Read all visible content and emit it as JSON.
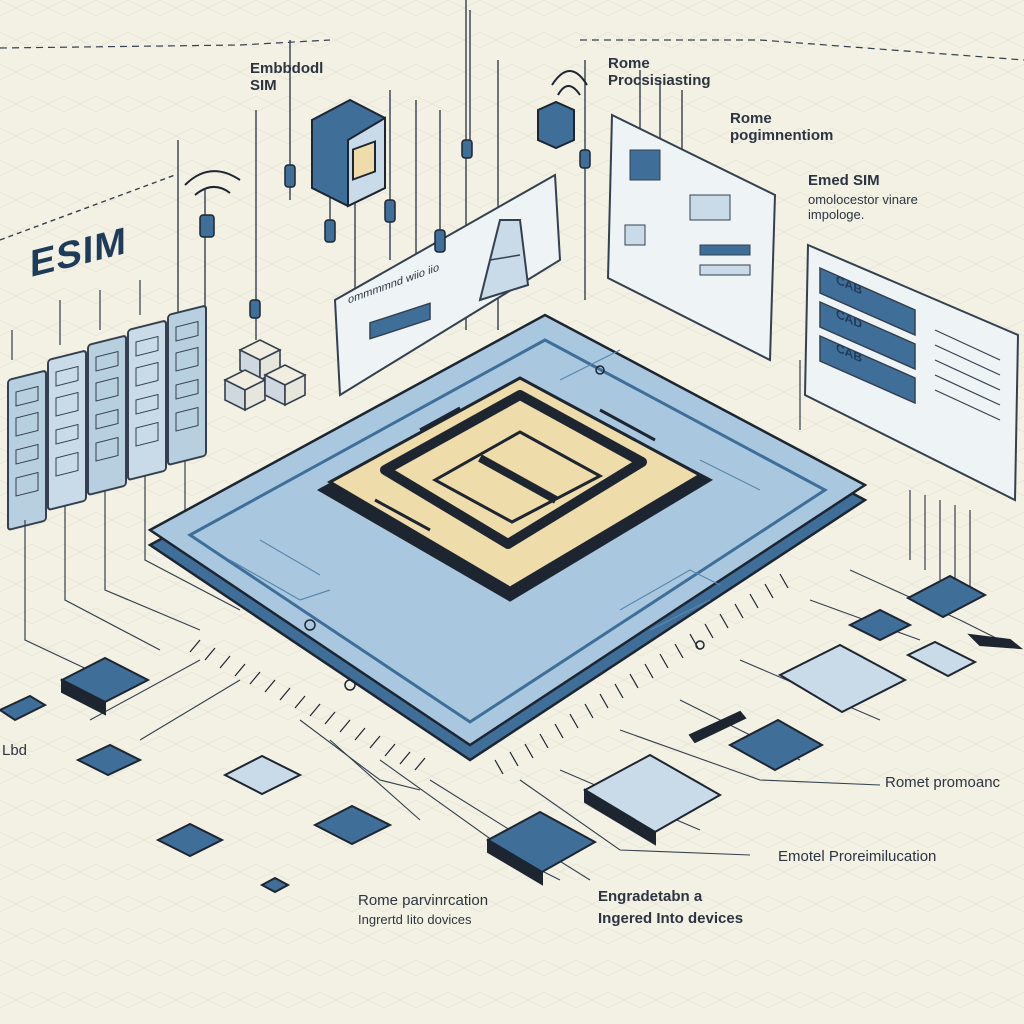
{
  "labels": {
    "esim_title": "ESIM",
    "embedded_sim": "Embbdodl\nSIM",
    "remote_provisioning": "Rome\nProcsisiasting",
    "remote_programming": "Rome\npogimnentiom",
    "embedded_sim_right": "Emed SIM",
    "embedded_sim_right_sub": "omolocestor vinare\nimpologe.",
    "card_chip_label": "ommmmnd wiio iio",
    "left_edge": "Lbd",
    "remote_promo_right": "Romet promoanc",
    "remote_provision_bottom": "Emotel Proreimilucation",
    "bottom_left_title": "Rome parvinrcation",
    "bottom_left_sub": "Ingrertd Iito dovices",
    "bottom_mid_title": "Engradetabn a",
    "bottom_mid_sub": "Ingered Into devices"
  },
  "list_panel": {
    "rows": [
      "CAB",
      "CAD",
      "CAB"
    ]
  },
  "colors": {
    "background": "#f3f1e4",
    "ink": "#2b3440",
    "board_blue": "#a9c8df",
    "board_edge": "#3f6f99",
    "chip_gold": "#efdcab",
    "chip_outline": "#1d2530",
    "panel_fill": "#eef3f6"
  }
}
